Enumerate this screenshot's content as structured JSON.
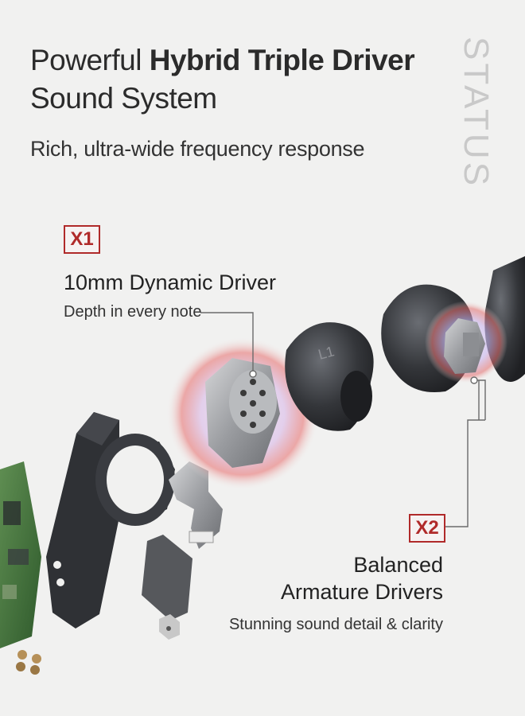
{
  "header": {
    "title_regular": "Powerful",
    "title_bold": "Hybrid Triple Driver",
    "title_line2": "Sound System",
    "subtitle": "Rich, ultra-wide frequency response"
  },
  "brand": {
    "name": "STATUS"
  },
  "callout_x1": {
    "badge": "X1",
    "title": "10mm Dynamic Driver",
    "description": "Depth in every note"
  },
  "callout_x2": {
    "badge": "X2",
    "title_line1": "Balanced",
    "title_line2": "Armature Drivers",
    "description": "Stunning sound detail & clarity"
  },
  "product": {
    "eartip_marking": "L1"
  },
  "colors": {
    "background": "#f1f1f0",
    "accent_red": "#b02a2a",
    "brand_gray": "#c9c9c9",
    "housing_dark": "#2f3135"
  }
}
